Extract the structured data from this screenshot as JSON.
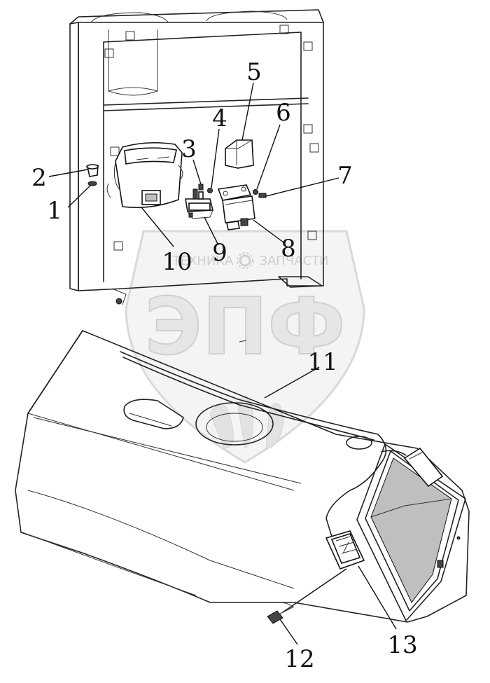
{
  "watermark": {
    "brand": "ЭПФ",
    "left_word": "ТЕХНИКА",
    "right_word": "ЗАПЧАСТИ"
  },
  "callouts": [
    "1",
    "2",
    "3",
    "4",
    "5",
    "6",
    "7",
    "8",
    "9",
    "10",
    "11",
    "12",
    "13"
  ]
}
